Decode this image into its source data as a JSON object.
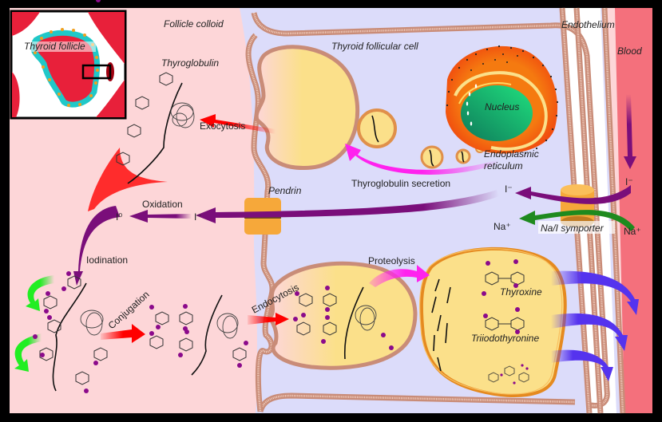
{
  "title": "Thyroid hormone synthesis",
  "regions": {
    "colloid": "Follicle colloid",
    "cell": "Thyroid follicular cell",
    "endothelium": "Endothelium",
    "blood": "Blood"
  },
  "inset": {
    "label": "Thyroid follicle"
  },
  "structures": {
    "thyroglobulin": "Thyroglobulin",
    "nucleus": "Nucleus",
    "er_line1": "Endoplasmic",
    "er_line2": "reticulum",
    "pendrin": "Pendrin",
    "symporter": "Na/I symporter"
  },
  "processes": {
    "exocytosis": "Exocytosis",
    "secretion": "Thyroglobulin secretion",
    "oxidation": "Oxidation",
    "iodination": "Iodination",
    "conjugation": "Conjugation",
    "endocytosis": "Endocytosis",
    "proteolysis": "Proteolysis"
  },
  "ions": {
    "iodide_blood": "I⁻",
    "iodide_cell": "I⁻",
    "iodide_colloid": "I⁻",
    "iodine": "I⁰",
    "sodium_cell": "Na⁺",
    "sodium_blood": "Na⁺"
  },
  "hormones": {
    "t4": "Thyroxine",
    "t3": "Triiodothyronine"
  },
  "colors": {
    "colloid": "#fdd6d8",
    "cell": "#dcdcfa",
    "blood": "#f4707c",
    "vesicle": "#fbe08a",
    "membrane": "#c98c78",
    "iodide_arrow": "#7a0e7a",
    "sodium_arrow": "#1e8a1e",
    "exo_arrow": "#ee0000",
    "secretion_arrow": "#ff22ee",
    "hormone_arrow": "#5533ee",
    "nucleus": "#1aa36e",
    "er": "#f07010",
    "iodine_atom": "#8b0a8b"
  }
}
